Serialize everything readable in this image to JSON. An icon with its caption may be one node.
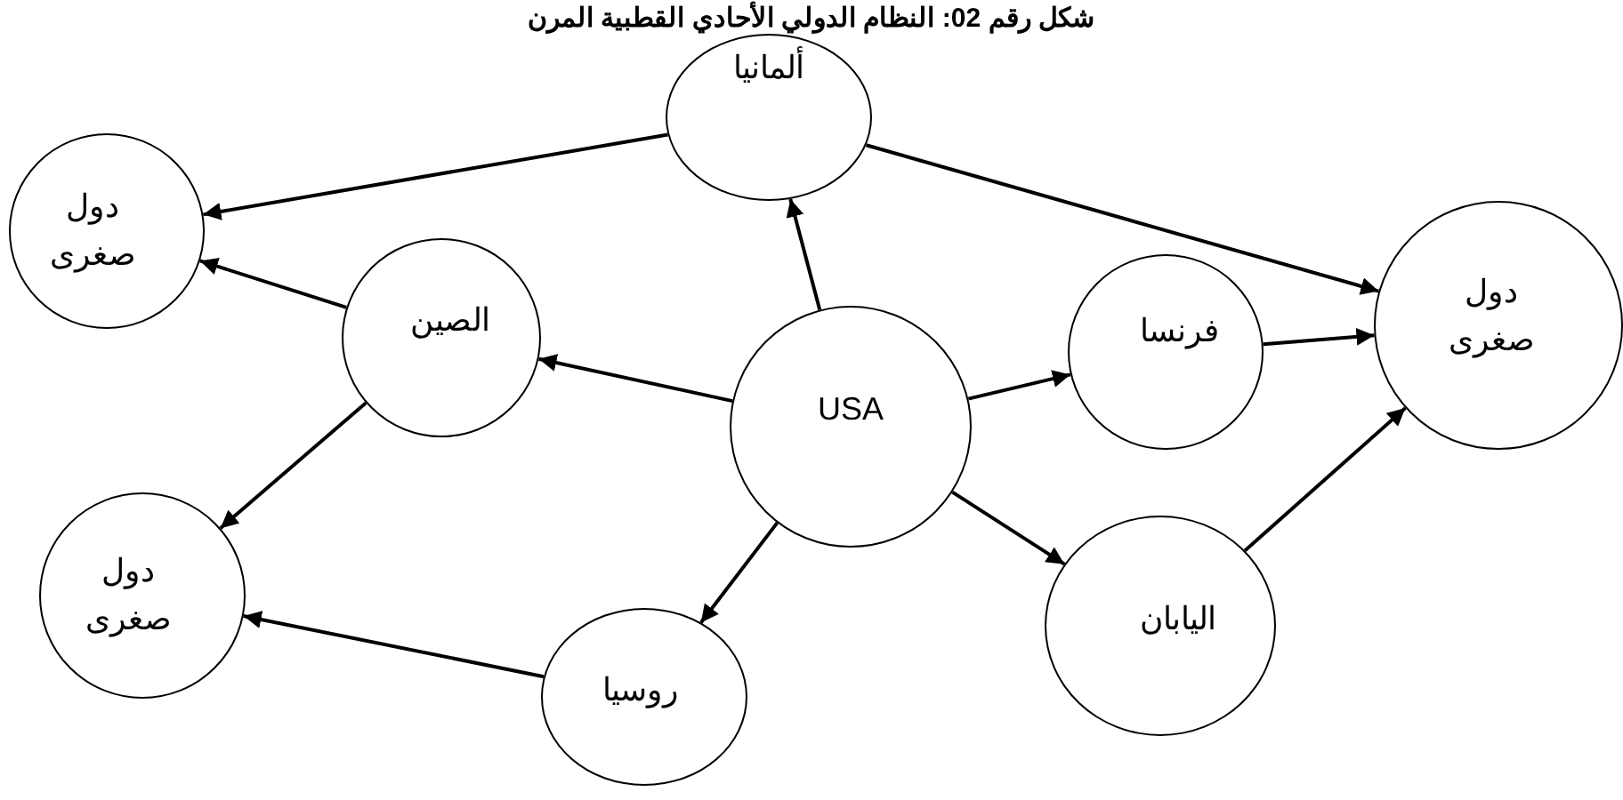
{
  "diagram": {
    "title": "شكل رقم 02: النظام الدولي الأحادي القطبية المرن",
    "nodes": [
      {
        "text": [
          "ألمانيا"
        ]
      },
      {
        "text": [
          "دول صغرى"
        ]
      },
      {
        "text": [
          "الصين"
        ]
      },
      {
        "text": [
          "USA"
        ]
      },
      {
        "text": [
          "فرنسا"
        ]
      },
      {
        "text": [
          "دول صغرى"
        ]
      },
      {
        "text": [
          "دول صغرى"
        ]
      },
      {
        "text": [
          "روسيا"
        ]
      },
      {
        "text": [
          "اليابان"
        ]
      }
    ],
    "edges": [
      {
        "from": 0,
        "to": 1,
        "arrow": "to"
      },
      {
        "from": 0,
        "to": 5,
        "arrow": "to"
      },
      {
        "from": 3,
        "to": 0,
        "arrow": "to"
      },
      {
        "from": 3,
        "to": 2,
        "arrow": "to"
      },
      {
        "from": 2,
        "to": 1,
        "arrow": "to"
      },
      {
        "from": 2,
        "to": 6,
        "arrow": "to"
      },
      {
        "from": 3,
        "to": 4,
        "arrow": "to"
      },
      {
        "from": 4,
        "to": 5,
        "arrow": "to"
      },
      {
        "from": 3,
        "to": 7,
        "arrow": "to"
      },
      {
        "from": 3,
        "to": 8,
        "arrow": "to"
      },
      {
        "from": 7,
        "to": 6,
        "arrow": "to"
      },
      {
        "from": 8,
        "to": 5,
        "arrow": "to"
      }
    ]
  }
}
